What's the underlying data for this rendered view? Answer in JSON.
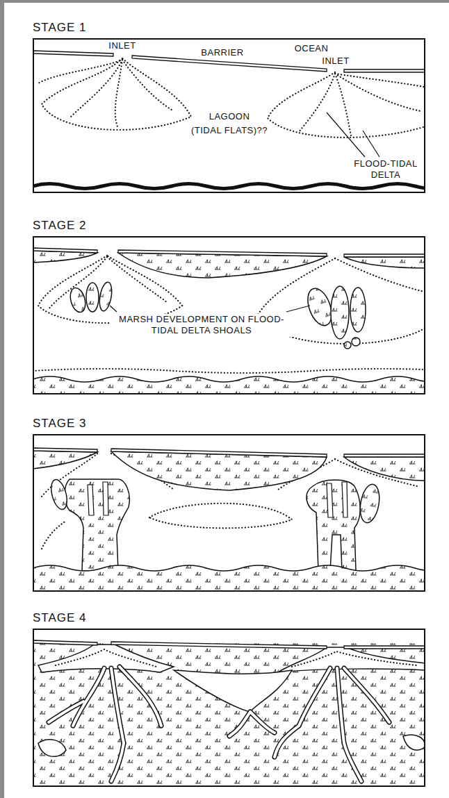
{
  "diagram": {
    "nodes": [
      {
        "text": [
          "STAGE 1"
        ]
      },
      {
        "text": [
          "STAGE 2"
        ]
      },
      {
        "text": [
          "STAGE 3"
        ]
      },
      {
        "text": [
          "STAGE 4"
        ]
      }
    ],
    "labels": [
      "INLET",
      "BARRIER",
      "OCEAN",
      "INLET",
      "LAGOON",
      "(TIDAL FLATS)??",
      "FLOOD-TIDAL DELTA",
      "MARSH DEVELOPMENT ON FLOOD-TIDAL DELTA SHOALS"
    ]
  }
}
